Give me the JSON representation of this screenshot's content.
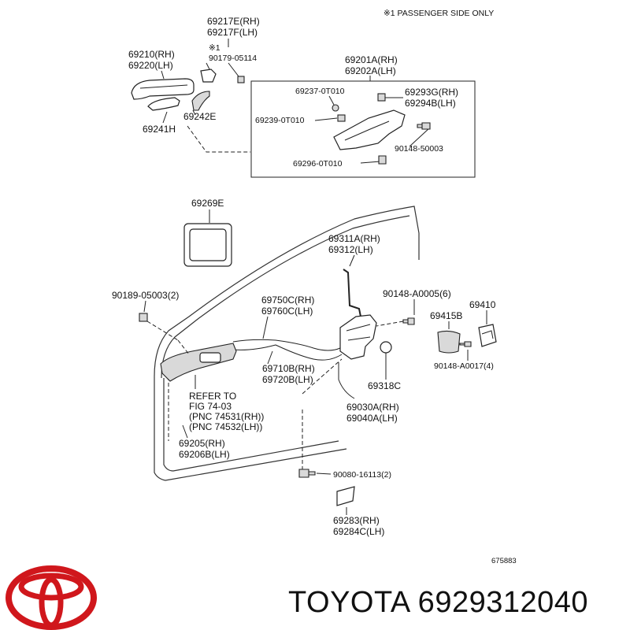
{
  "note": "※1 PASSENGER SIDE ONLY",
  "diagram_number": "675883",
  "brand": {
    "logo_color": "#d0171c",
    "logo_name": "toyota-logo",
    "caption": "TOYOTA 6929312040"
  },
  "parts": {
    "p69217": [
      "69217E(RH)",
      "69217F(LH)"
    ],
    "p90179": [
      "※1",
      "90179-05114"
    ],
    "p69210": [
      "69210(RH)",
      "69220(LH)"
    ],
    "p69201": [
      "69201A(RH)",
      "69202A(LH)"
    ],
    "p69237": "69237-0T010",
    "p69293": [
      "69293G(RH)",
      "69294B(LH)"
    ],
    "p69239": "69239-0T010",
    "p90148_50003": "90148-50003",
    "p69296": "69296-0T010",
    "p69242": "69242E",
    "p69241": "69241H",
    "p69269": "69269E",
    "p69311": [
      "69311A(RH)",
      "69312(LH)"
    ],
    "p90189": "90189-05003(2)",
    "p69750": [
      "69750C(RH)",
      "69760C(LH)"
    ],
    "p90148_a0005": "90148-A0005(6)",
    "p69410": "69410",
    "p69415": "69415B",
    "p90148_a0017": "90148-A0017(4)",
    "p69710": [
      "69710B(RH)",
      "69720B(LH)"
    ],
    "p69318": "69318C",
    "refer": [
      "REFER TO",
      "FIG 74-03",
      "(PNC 74531(RH))",
      "(PNC 74532(LH))"
    ],
    "p69030": [
      "69030A(RH)",
      "69040A(LH)"
    ],
    "p69205": [
      "69205(RH)",
      "69206B(LH)"
    ],
    "p90080": "90080-16113(2)",
    "p69283": [
      "69283(RH)",
      "69284C(LH)"
    ]
  }
}
